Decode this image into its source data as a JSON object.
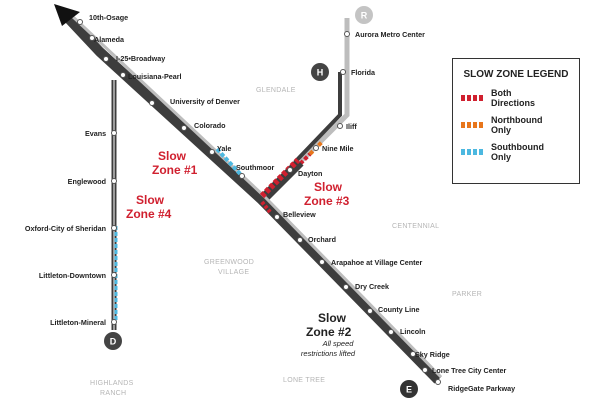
{
  "colors": {
    "line": "#3d3d3d",
    "line_light": "#bdbdbd",
    "both_directions": "#d0202f",
    "northbound": "#e8761b",
    "southbound": "#4cb8e0",
    "zone_text": "#d0202f",
    "area_text": "#b5b5b5"
  },
  "lines": {
    "D": "D",
    "E": "E",
    "H": "H",
    "R": "R"
  },
  "stations": {
    "tenth_osage": "10th-Osage",
    "alameda": "Alameda",
    "i25_broadway": "I-25•Broadway",
    "louisiana_pearl": "Louisiana-Pearl",
    "university_of_denver": "University of Denver",
    "colorado": "Colorado",
    "yale": "Yale",
    "southmoor": "Southmoor",
    "belleview": "Belleview",
    "orchard": "Orchard",
    "arapahoe": "Arapahoe at Village Center",
    "dry_creek": "Dry Creek",
    "county_line": "County Line",
    "lincoln": "Lincoln",
    "sky_ridge": "Sky Ridge",
    "lone_tree_city_center": "Lone Tree City Center",
    "ridgegate_parkway": "RidgeGate Parkway",
    "evans": "Evans",
    "englewood": "Englewood",
    "oxford": "Oxford-City of Sheridan",
    "littleton_downtown": "Littleton-Downtown",
    "littleton_mineral": "Littleton-Mineral",
    "aurora_metro_center": "Aurora Metro Center",
    "florida": "Florida",
    "iliff": "Iliff",
    "nine_mile": "Nine Mile",
    "dayton": "Dayton"
  },
  "areas": {
    "glendale": "GLENDALE",
    "centennial": "CENTENNIAL",
    "greenwood": "GREENWOOD",
    "village": "VILLAGE",
    "parker": "PARKER",
    "highlands": "HIGHLANDS",
    "ranch": "RANCH",
    "lone_tree": "LONE TREE"
  },
  "zones": {
    "zone1_line1": "Slow",
    "zone1_line2": "Zone #1",
    "zone2_line1": "Slow",
    "zone2_line2": "Zone #2",
    "zone2_note1": "All speed",
    "zone2_note2": "restrictions lifted",
    "zone3_line1": "Slow",
    "zone3_line2": "Zone #3",
    "zone4_line1": "Slow",
    "zone4_line2": "Zone #4"
  },
  "legend": {
    "title": "SLOW ZONE LEGEND",
    "both_l1": "Both",
    "both_l2": "Directions",
    "north_l1": "Northbound",
    "north_l2": "Only",
    "south_l1": "Southbound",
    "south_l2": "Only"
  }
}
